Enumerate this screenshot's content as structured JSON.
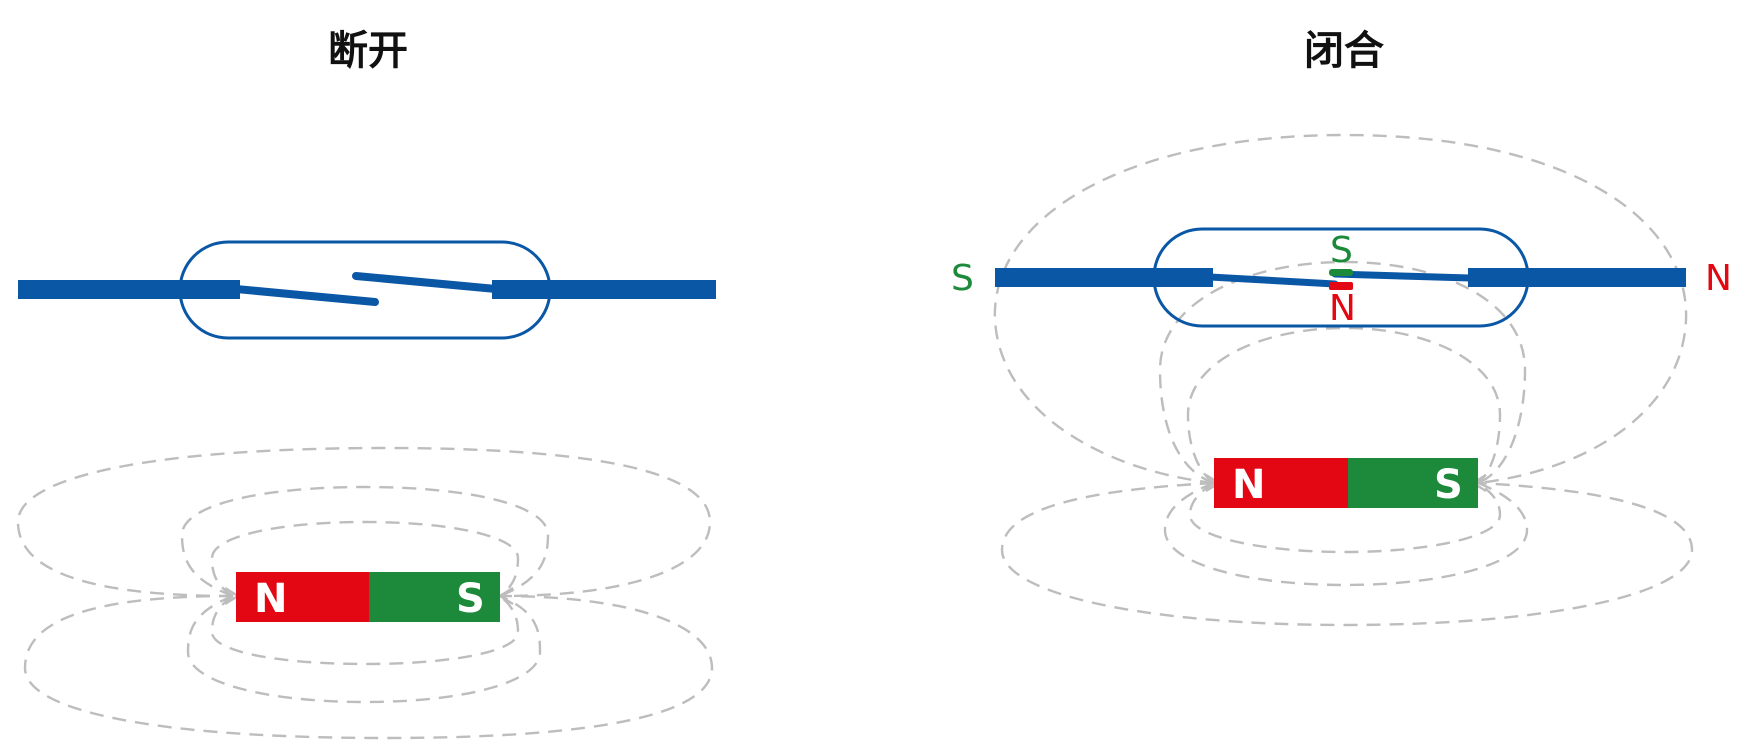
{
  "panels": [
    {
      "title": "断开",
      "magnet": {
        "north_label": "N",
        "south_label": "S"
      }
    },
    {
      "title": "闭合",
      "magnet": {
        "north_label": "N",
        "south_label": "S"
      },
      "induced_poles": {
        "left_end": "S",
        "right_end": "N",
        "contact_upper": "S",
        "contact_lower": "N"
      }
    }
  ],
  "colors": {
    "reed": "#0a57a6",
    "north": "#e30613",
    "south": "#1c8a3a",
    "field_line": "#bdbdbd",
    "title": "#111111"
  }
}
